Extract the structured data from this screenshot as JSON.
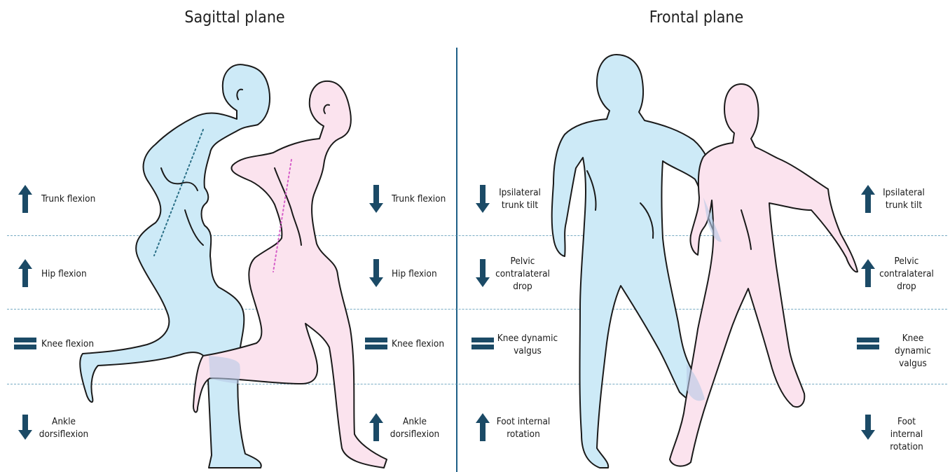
{
  "titles": {
    "sagittal": "Sagittal plane",
    "frontal": "Frontal plane"
  },
  "colors": {
    "accent": "#1d5f86",
    "arrow": "#1b4a66",
    "figure_blue": "#cdeaf7",
    "figure_pink": "#fbe3ee",
    "dotted_blue": "#2a6f86",
    "dotted_pink": "#d65fc9"
  },
  "sagittal": {
    "left_column": [
      {
        "icon": "arrow-up-icon",
        "text": "Trunk flexion"
      },
      {
        "icon": "arrow-up-icon",
        "text": "Hip flexion"
      },
      {
        "icon": "equal-icon",
        "text": "Knee flexion"
      },
      {
        "icon": "arrow-down-icon",
        "text": "Ankle\ndorsiflexion"
      }
    ],
    "right_column": [
      {
        "icon": "arrow-down-icon",
        "text": "Trunk flexion"
      },
      {
        "icon": "arrow-down-icon",
        "text": "Hip flexion"
      },
      {
        "icon": "equal-icon",
        "text": "Knee flexion"
      },
      {
        "icon": "arrow-up-icon",
        "text": "Ankle\ndorsiflexion"
      }
    ]
  },
  "frontal": {
    "left_column": [
      {
        "icon": "arrow-down-icon",
        "text": "Ipsilateral\ntrunk tilt"
      },
      {
        "icon": "arrow-down-icon",
        "text": "Pelvic\ncontralateral\ndrop"
      },
      {
        "icon": "equal-icon",
        "text": "Knee dynamic\nvalgus"
      },
      {
        "icon": "arrow-up-icon",
        "text": "Foot internal\nrotation"
      }
    ],
    "right_column": [
      {
        "icon": "arrow-up-icon",
        "text": "Ipsilateral\ntrunk tilt"
      },
      {
        "icon": "arrow-up-icon",
        "text": "Pelvic\ncontralateral\ndrop"
      },
      {
        "icon": "equal-icon",
        "text": "Knee dynamic\nvalgus"
      },
      {
        "icon": "arrow-down-icon",
        "text": "Foot internal\nrotation"
      }
    ]
  }
}
